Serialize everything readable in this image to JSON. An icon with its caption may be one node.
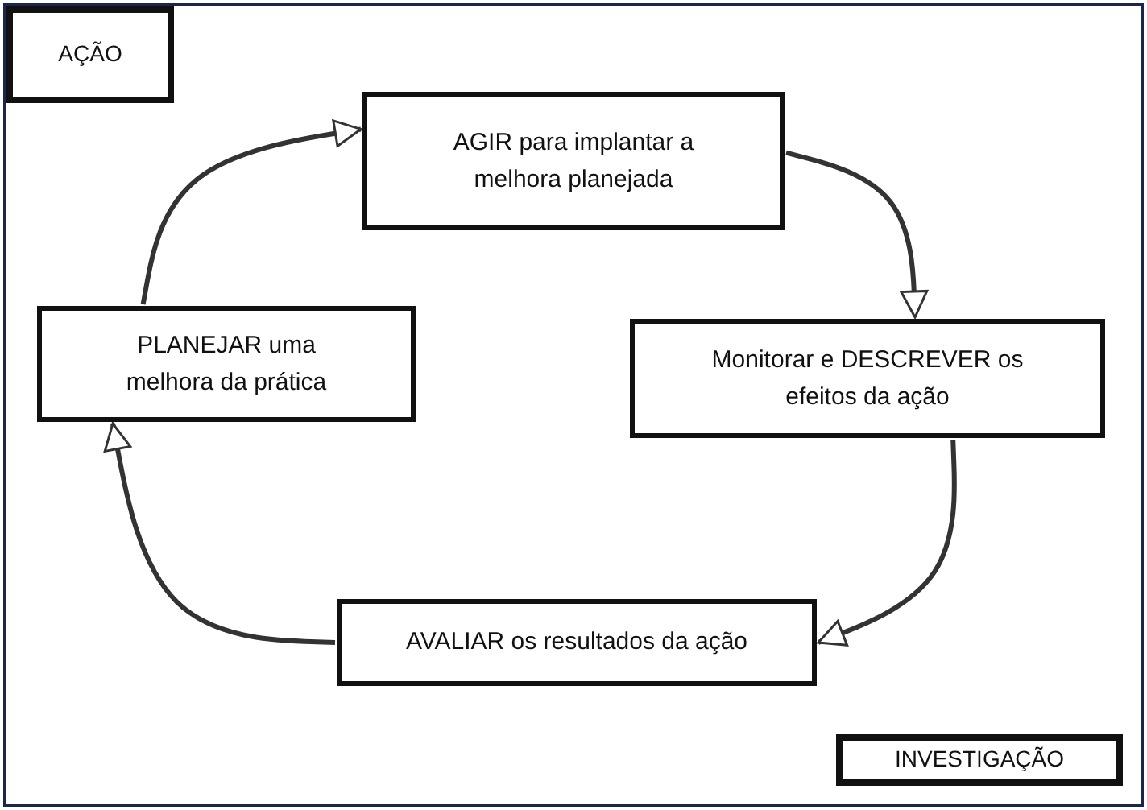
{
  "diagram": {
    "nodes": [
      {
        "text": [
          "AÇÃO"
        ]
      },
      {
        "text": [
          "AGIR para implantar a melhora planejada"
        ]
      },
      {
        "text": [
          "PLANEJAR uma melhora da prática"
        ]
      },
      {
        "text": [
          "Monitorar e DESCREVER os efeitos da ação"
        ]
      },
      {
        "text": [
          "AVALIAR os resultados da ação"
        ]
      },
      {
        "text": [
          "INVESTIGAÇÃO"
        ]
      }
    ],
    "edges": [
      {
        "from": 2,
        "to": 1,
        "arrow": "to"
      },
      {
        "from": 1,
        "to": 3,
        "arrow": "to"
      },
      {
        "from": 3,
        "to": 4,
        "arrow": "to"
      },
      {
        "from": 4,
        "to": 2,
        "arrow": "to"
      }
    ]
  }
}
